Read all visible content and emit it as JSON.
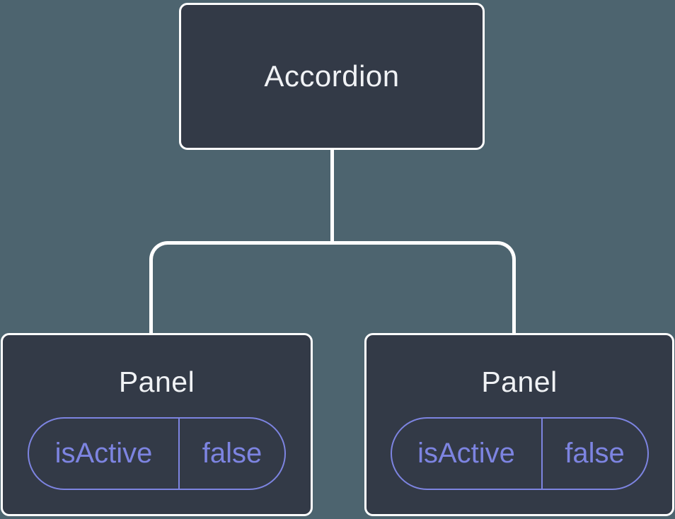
{
  "tree": {
    "root": {
      "label": "Accordion"
    },
    "children": [
      {
        "label": "Panel",
        "state": {
          "key": "isActive",
          "value": "false"
        }
      },
      {
        "label": "Panel",
        "state": {
          "key": "isActive",
          "value": "false"
        }
      }
    ]
  },
  "colors": {
    "background": "#4D646F",
    "node_fill": "#333A47",
    "node_border": "#FFFFFF",
    "connector_line": "#FFFFFF",
    "node_text": "#F0F2F5",
    "state_accent": "#7D84E1"
  }
}
